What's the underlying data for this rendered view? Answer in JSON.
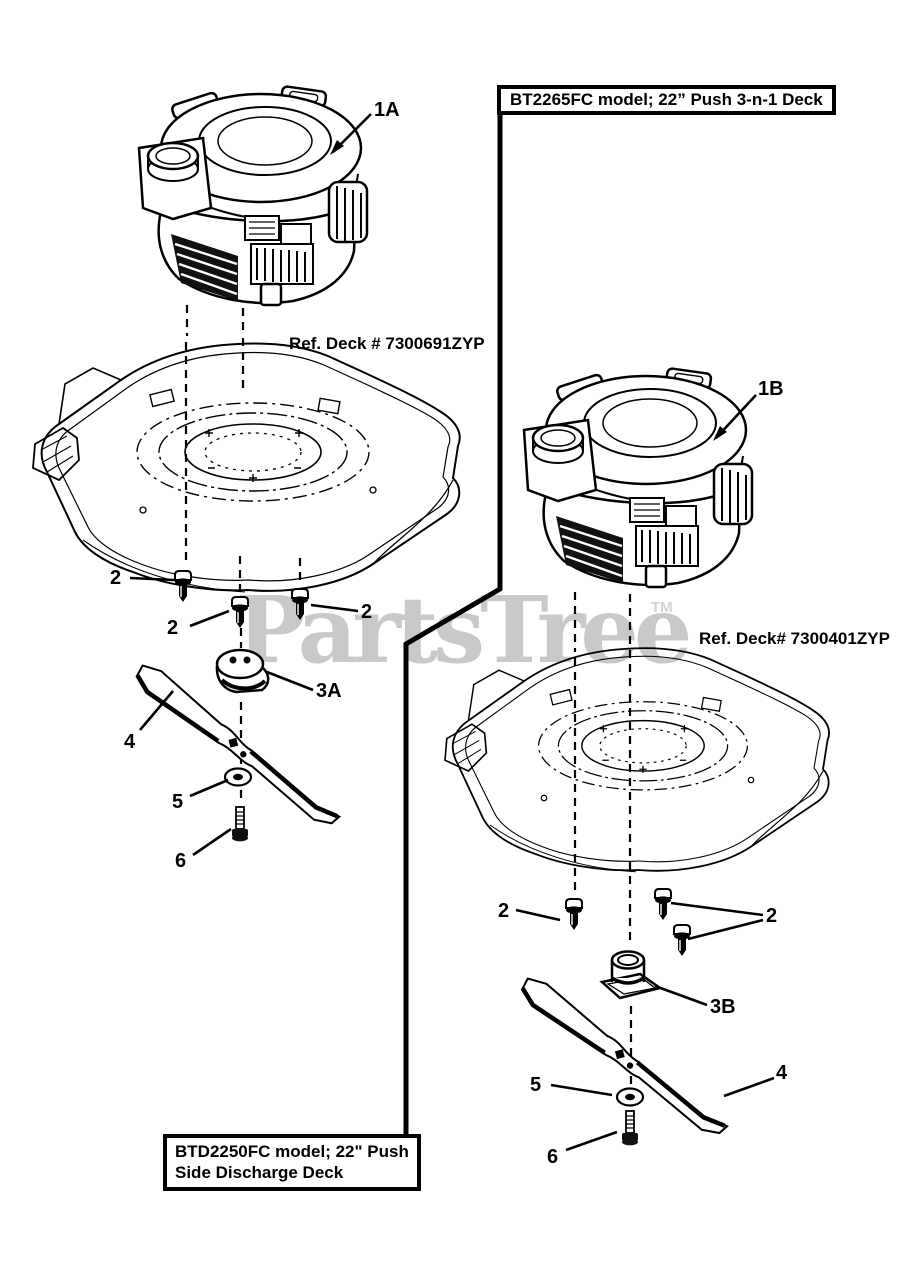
{
  "page": {
    "background": "#ffffff",
    "ink": "#000000"
  },
  "watermark": {
    "text": "PartsTree",
    "trademark": "TM",
    "color": "#c9c9c9"
  },
  "section_boxes": {
    "top_right": {
      "label": "BT2265FC model; 22” Push 3-n-1 Deck"
    },
    "bottom_left": {
      "line1": "BTD2250FC model; 22\" Push",
      "line2": "Side Discharge Deck"
    }
  },
  "ref_labels": {
    "left_deck": "Ref. Deck # 7300691ZYP",
    "right_deck": "Ref. Deck# 7300401ZYP"
  },
  "callouts": [
    {
      "label": "1A"
    },
    {
      "label": "1B"
    },
    {
      "label": "2"
    },
    {
      "label": "2"
    },
    {
      "label": "2"
    },
    {
      "label": "2"
    },
    {
      "label": "2"
    },
    {
      "label": "3A"
    },
    {
      "label": "3B"
    },
    {
      "label": "4"
    },
    {
      "label": "4"
    },
    {
      "label": "5"
    },
    {
      "label": "5"
    },
    {
      "label": "6"
    },
    {
      "label": "6"
    }
  ]
}
